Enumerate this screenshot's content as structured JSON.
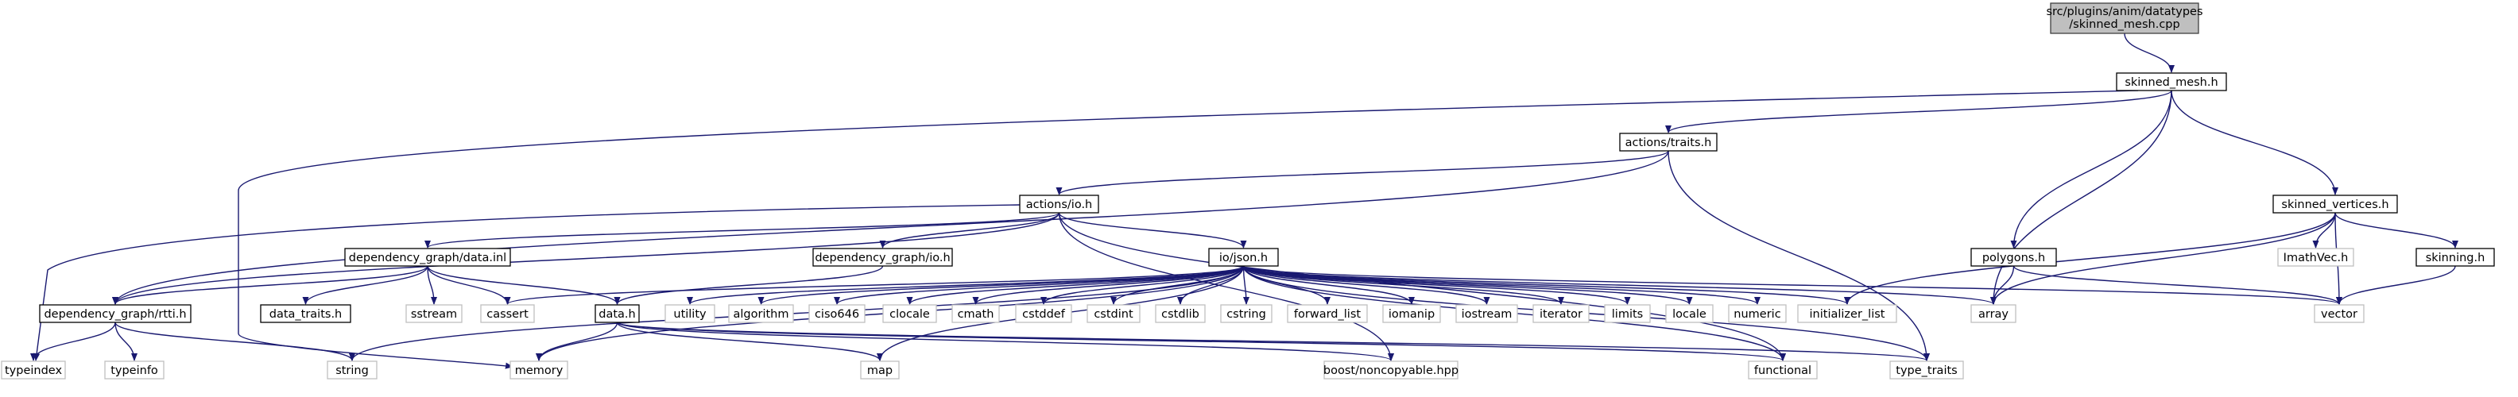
{
  "graph": {
    "root": {
      "line1": "src/plugins/anim/datatypes",
      "line2": "/skinned_mesh.cpp"
    },
    "nodes": {
      "skinned_mesh_h": "skinned_mesh.h",
      "actions_traits_h": "actions/traits.h",
      "actions_io_h": "actions/io.h",
      "skinned_vertices_h": "skinned_vertices.h",
      "dg_data_inl": "dependency_graph/data.inl",
      "dg_io_h": "dependency_graph/io.h",
      "io_json_h": "io/json.h",
      "polygons_h": "polygons.h",
      "imathvec_h": "ImathVec.h",
      "skinning_h": "skinning.h",
      "dg_rtti_h": "dependency_graph/rtti.h",
      "data_traits_h": "data_traits.h",
      "sstream": "sstream",
      "cassert": "cassert",
      "data_h": "data.h",
      "utility": "utility",
      "algorithm": "algorithm",
      "ciso646": "ciso646",
      "clocale": "clocale",
      "cmath": "cmath",
      "cstddef": "cstddef",
      "cstdint": "cstdint",
      "cstdlib": "cstdlib",
      "cstring": "cstring",
      "forward_list": "forward_list",
      "iomanip": "iomanip",
      "iostream": "iostream",
      "iterator": "iterator",
      "limits": "limits",
      "locale": "locale",
      "numeric": "numeric",
      "initializer_list": "initializer_list",
      "array": "array",
      "vector": "vector",
      "typeindex": "typeindex",
      "typeinfo": "typeinfo",
      "string": "string",
      "memory": "memory",
      "map": "map",
      "boost_noncopyable": "boost/noncopyable.hpp",
      "functional": "functional",
      "type_traits": "type_traits"
    }
  },
  "colors": {
    "edge": "#191970",
    "root_fill": "#bfbfbf",
    "external_border": "#bfbfbf"
  }
}
